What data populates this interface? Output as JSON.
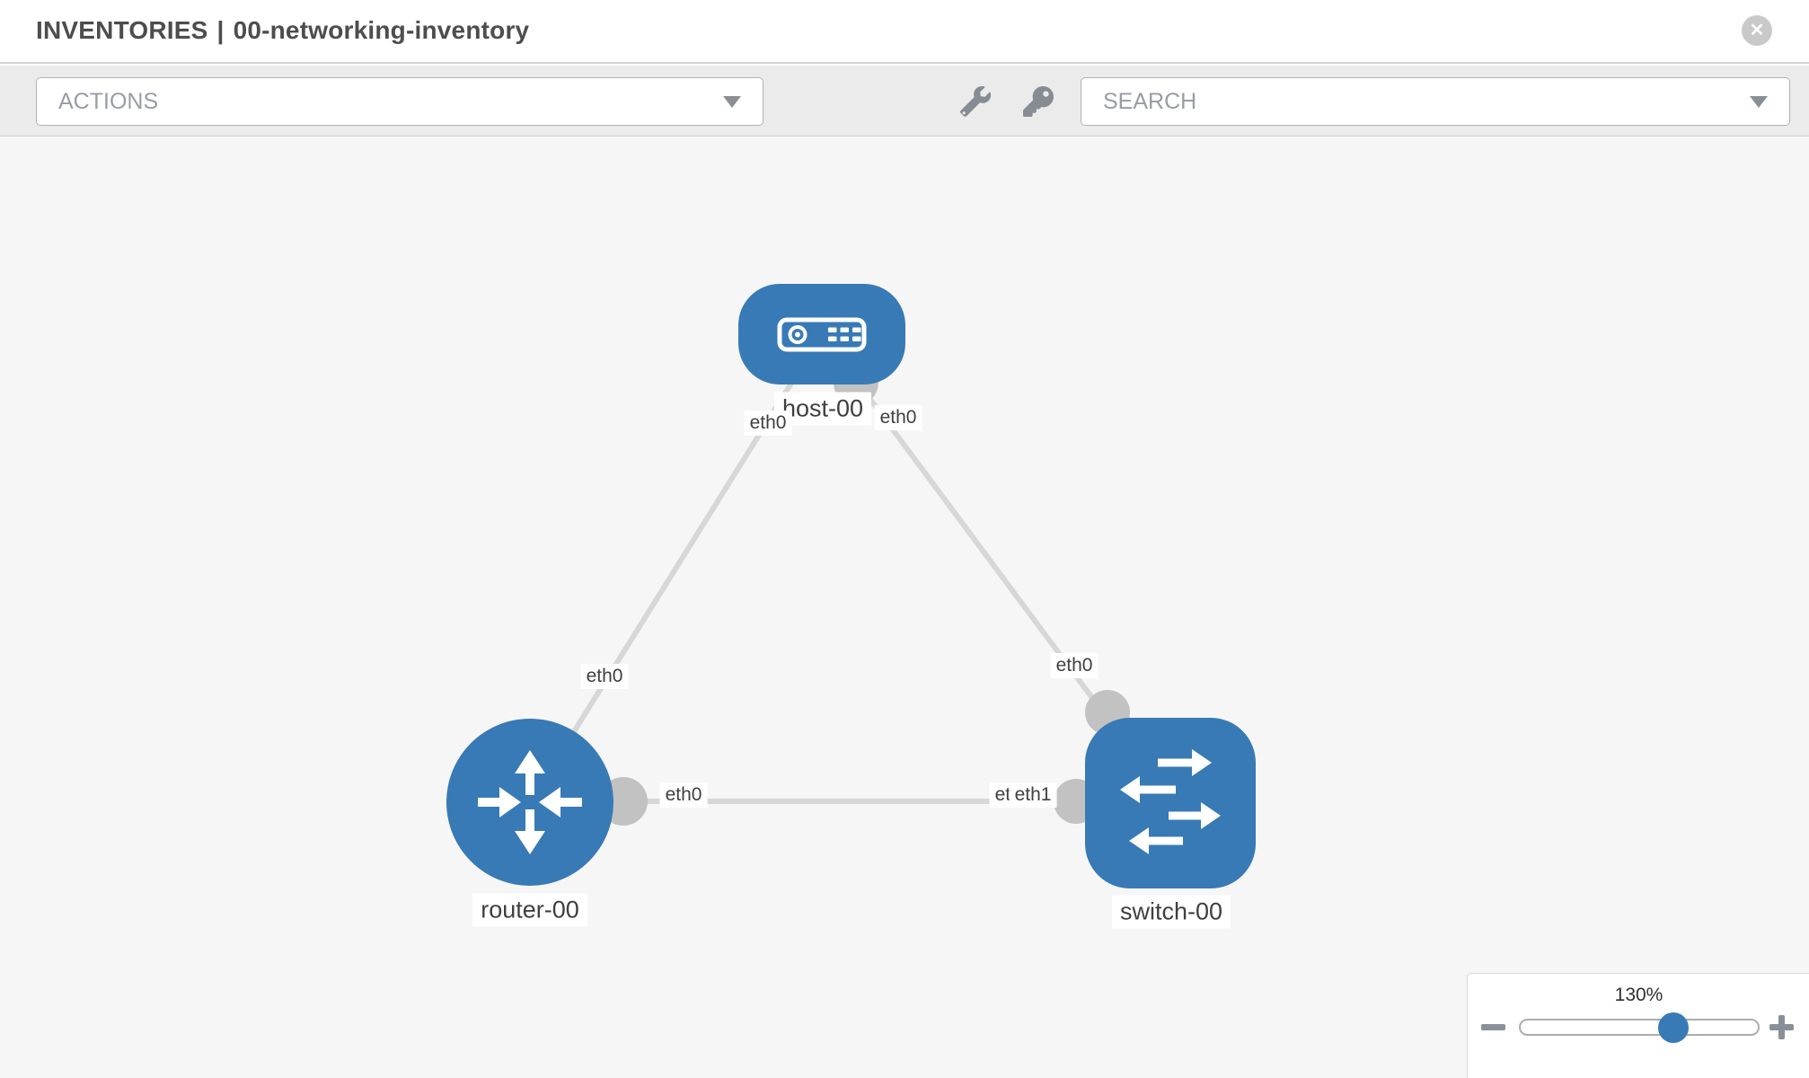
{
  "header": {
    "section": "INVENTORIES",
    "divider": "|",
    "name": "00-networking-inventory"
  },
  "toolbar": {
    "actions_label": "ACTIONS",
    "search_label": "SEARCH",
    "icons": [
      "wrench-icon",
      "key-icon"
    ]
  },
  "graph": {
    "nodes": [
      {
        "label": "host-00",
        "type": "host"
      },
      {
        "label": "router-00",
        "type": "router"
      },
      {
        "label": "switch-00",
        "type": "switch"
      }
    ],
    "links": [
      {
        "from": "host-00",
        "to": "router-00",
        "from_interface": "eth0",
        "to_interface": "eth0"
      },
      {
        "from": "host-00",
        "to": "switch-00",
        "from_interface": "eth0",
        "to_interface": "eth0"
      },
      {
        "from": "router-00",
        "to": "switch-00",
        "from_interface": "eth0",
        "to_interface": "eth1"
      }
    ],
    "eth_labels": [
      "eth0",
      "eth0",
      "eth0",
      "eth0",
      "eth0",
      "eth0",
      "eth1"
    ]
  },
  "zoom_control": {
    "level": "130%"
  },
  "colors": {
    "node_blue": "#387ab5",
    "link_gray": "#d7d7d7",
    "port_gray": "#c2c2c2",
    "canvas_bg": "#f6f6f6"
  }
}
